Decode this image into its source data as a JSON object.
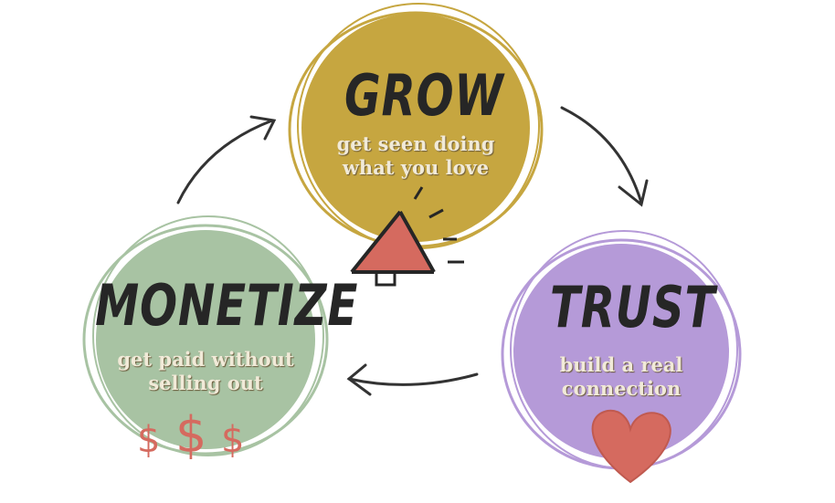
{
  "colors": {
    "grow": "#c6a640",
    "trust": "#b59ad8",
    "monetize": "#a8c3a3",
    "accent": "#d56a5f",
    "ink": "#262626"
  },
  "grow": {
    "title": "GROW",
    "subtitle_line1": "get seen doing",
    "subtitle_line2": "what you love",
    "icon": "megaphone-icon"
  },
  "trust": {
    "title": "TRUST",
    "subtitle_line1": "build a real",
    "subtitle_line2": "connection",
    "icon": "heart-icon"
  },
  "monetize": {
    "title": "MONETIZE",
    "subtitle_line1": "get paid without",
    "subtitle_line2": "selling out",
    "icon": "dollar-icon",
    "dollars": [
      "$",
      "$",
      "$"
    ]
  }
}
